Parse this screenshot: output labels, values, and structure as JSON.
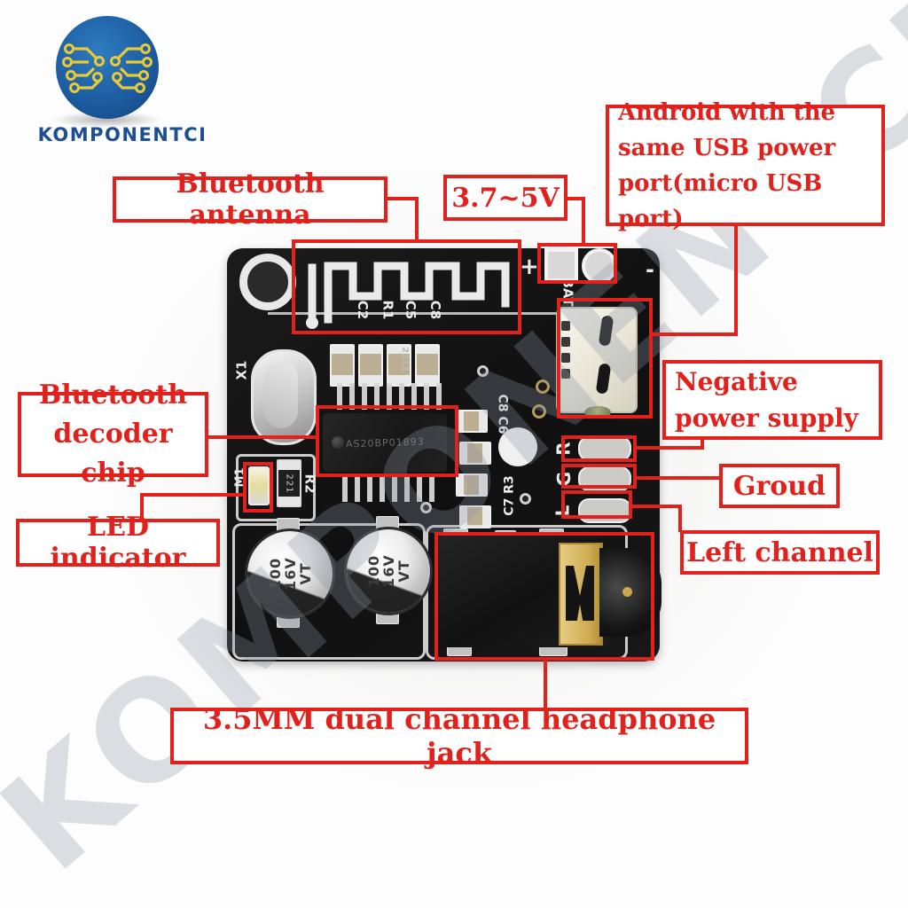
{
  "colors": {
    "annotation": "#e2211c",
    "logo_text": "#1c4e94",
    "logo_circle_dark": "#174a85",
    "logo_circle_light": "#2f7cc0",
    "trace_yellow": "#eac937",
    "pcb_black": "#141414",
    "gold": "#d4b468"
  },
  "brand": {
    "name": "KOMPONENTCI"
  },
  "watermark": {
    "text": "KOMPONENTCI"
  },
  "labels": {
    "bluetooth_antenna": "Bluetooth antenna",
    "voltage": "3.7~5V",
    "android_usb": "Android with the same USB power port(micro USB port)",
    "decoder_chip": "Bluetooth decoder chip",
    "led_indicator": "LED indicator",
    "negative_power": "Negative power supply",
    "ground": "Groud",
    "left_channel": "Left channel",
    "headphone_jack": "3.5MM dual channel headphone jack"
  },
  "board": {
    "plus": "+",
    "minus": "-",
    "bat": "BAT",
    "x1": "X1",
    "r2": "R2",
    "m1": "M1",
    "c7r3": "C7 R3",
    "c8c6": "C8 C6",
    "res221": "221",
    "res2213": "2213",
    "antenna_refs": [
      "C2",
      "R1",
      "C5",
      "C8"
    ],
    "pad_r": "R",
    "pad_g": "G",
    "pad_l": "L"
  },
  "chip": {
    "marking": "AS20BP01893"
  },
  "capacitor": {
    "line1": "100",
    "line2": "16V",
    "line3": "VT"
  }
}
